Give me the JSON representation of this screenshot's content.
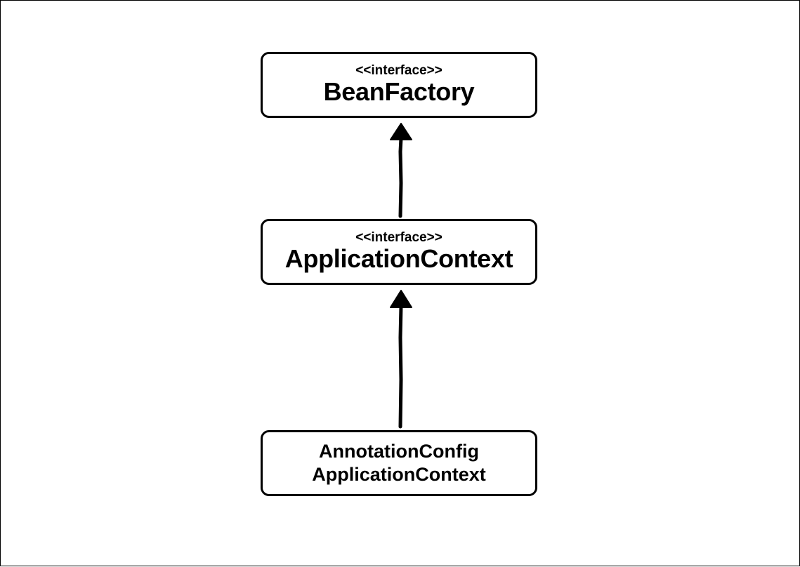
{
  "diagram": {
    "nodes": [
      {
        "id": "bean-factory",
        "stereotype": "<<interface>>",
        "name": "BeanFactory"
      },
      {
        "id": "application-context",
        "stereotype": "<<interface>>",
        "name": "ApplicationContext"
      },
      {
        "id": "annotation-config-application-context",
        "name_line1": "AnnotationConfig",
        "name_line2": "ApplicationContext"
      }
    ],
    "edges": [
      {
        "from": "application-context",
        "to": "bean-factory",
        "type": "extends"
      },
      {
        "from": "annotation-config-application-context",
        "to": "application-context",
        "type": "implements"
      }
    ]
  }
}
